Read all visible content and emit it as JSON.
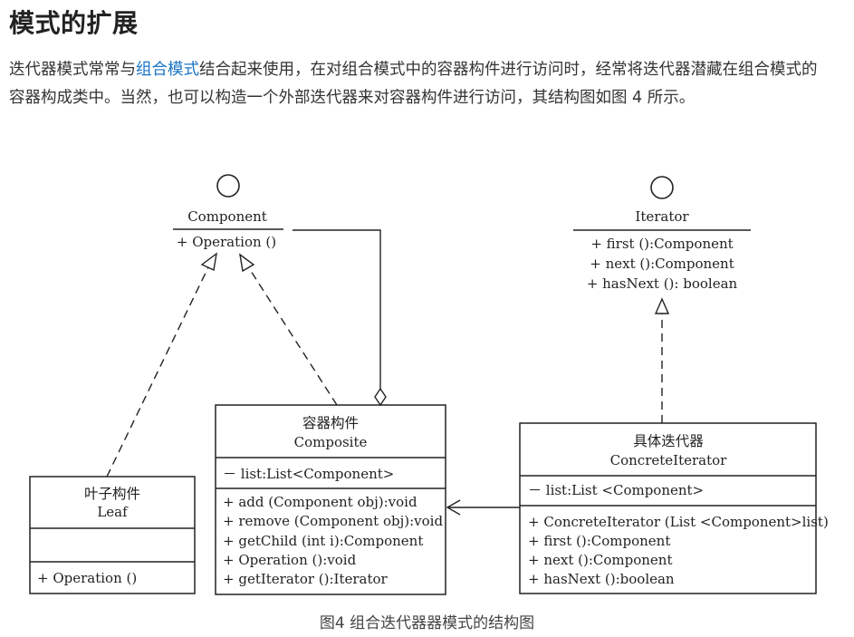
{
  "article": {
    "heading": "模式的扩展",
    "para_before": "迭代器模式常常与",
    "para_link": "组合模式",
    "para_after": "结合起来使用，在对组合模式中的容器构件进行访问时，经常将迭代器潜藏在组合模式的容器构成类中。当然，也可以构造一个外部迭代器来对容器构件进行访问，其结构图如图 4 所示。",
    "caption": "图4 组合迭代器器模式的结构图"
  },
  "diagram": {
    "component": {
      "name": "Component",
      "operation": "+ Operation ()"
    },
    "iterator": {
      "name": "Iterator",
      "methods": [
        "+ first ():Component",
        "+ next ():Component",
        "+ hasNext ():  boolean"
      ]
    },
    "composite": {
      "name_cn": "容器构件",
      "name": "Composite",
      "attribute": "－ list:List<Component>",
      "methods": [
        "+ add (Component obj):void",
        "+ remove (Component obj):void",
        "+ getChild (int i):Component",
        "+ Operation ():void",
        "+ getIterator ():Iterator"
      ]
    },
    "leaf": {
      "name_cn": "叶子构件",
      "name": "Leaf",
      "operation": "+ Operation ()"
    },
    "concrete_iterator": {
      "name_cn": "具体迭代器",
      "name": "ConcreteIterator",
      "attribute": "－ list:List <Component>",
      "methods": [
        "+ ConcreteIterator (List <Component>list)",
        "+ first ():Component",
        "+ next ():Component",
        "+ hasNext ():boolean"
      ]
    }
  }
}
